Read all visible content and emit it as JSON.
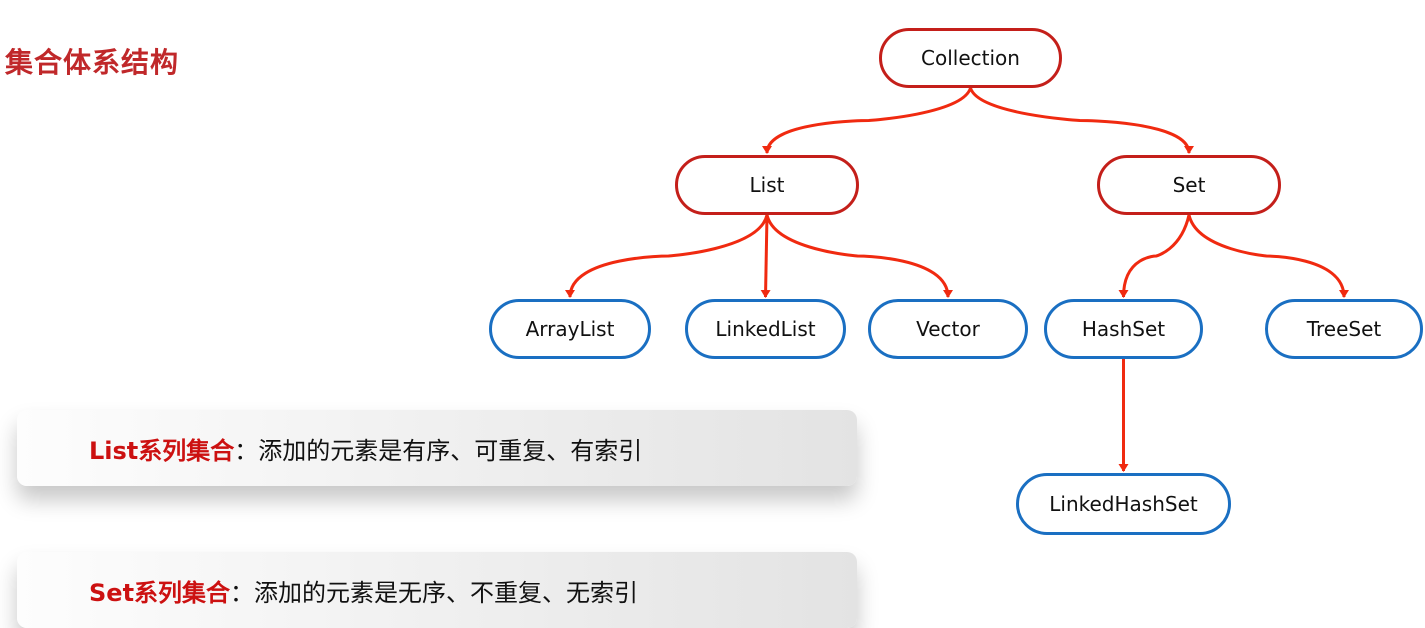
{
  "title": "集合体系结构",
  "colors": {
    "interface": "#c41f1a",
    "impl": "#1a6fc2",
    "arrow": "#f02a10",
    "title": "#c0282a"
  },
  "nodes": {
    "collection": "Collection",
    "list": "List",
    "set": "Set",
    "arraylist": "ArrayList",
    "linkedlist": "LinkedList",
    "vector": "Vector",
    "hashset": "HashSet",
    "treeset": "TreeSet",
    "linkedhashset": "LinkedHashSet"
  },
  "edges": [
    [
      "collection",
      "list"
    ],
    [
      "collection",
      "set"
    ],
    [
      "list",
      "arraylist"
    ],
    [
      "list",
      "linkedlist"
    ],
    [
      "list",
      "vector"
    ],
    [
      "set",
      "hashset"
    ],
    [
      "set",
      "treeset"
    ],
    [
      "hashset",
      "linkedhashset"
    ]
  ],
  "cards": [
    {
      "key": "List系列集合",
      "sep": "：",
      "desc": "添加的元素是有序、可重复、有索引"
    },
    {
      "key": "Set系列集合",
      "sep": "：",
      "desc": "添加的元素是无序、不重复、无索引"
    }
  ]
}
